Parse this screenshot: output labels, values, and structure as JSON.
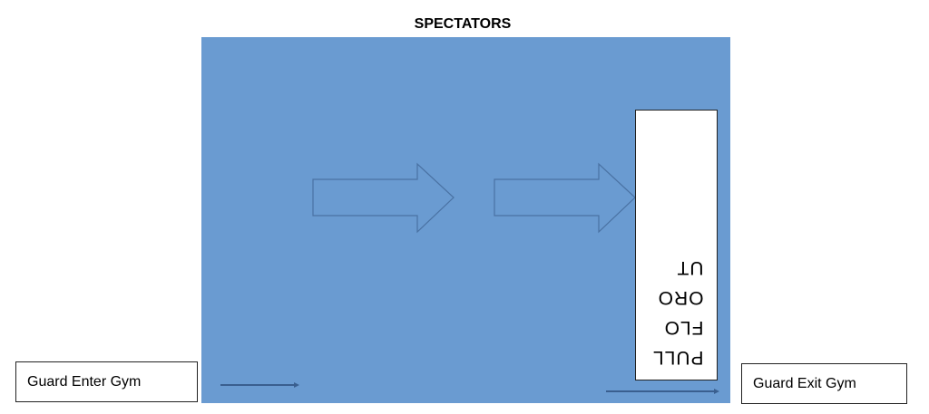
{
  "diagram": {
    "title": "SPECTATORS",
    "pull_floor_out_label": "PULLFLOOROUT",
    "guard_enter_label": "Guard Enter Gym",
    "guard_exit_label": "Guard Exit Gym"
  },
  "colors": {
    "floor": "#6a9bd1",
    "arrow_stroke": "#4a72a3",
    "small_arrow": "#3a5f8f",
    "box_border": "#222222"
  }
}
